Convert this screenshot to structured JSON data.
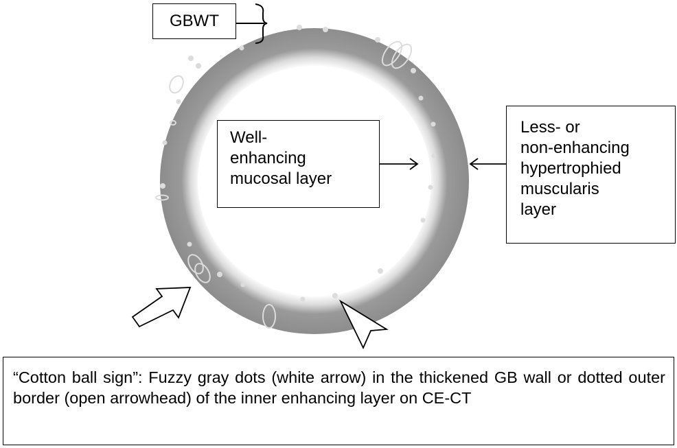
{
  "labels": {
    "gbwt": "GBWT",
    "mucosal": [
      "Well-",
      "enhancing",
      "mucosal layer"
    ],
    "muscularis": [
      "Less- or",
      "non-enhancing",
      "hypertrophied",
      "muscularis",
      "layer"
    ],
    "caption": "“Cotton ball sign”: Fuzzy gray dots (white arrow) in the thickened GB wall or dotted outer border (open arrowhead) of the inner enhancing layer on CE-CT"
  },
  "colors": {
    "wall_gray": "#8c8c8c",
    "lumen_white": "#ffffff",
    "dot_color": "#dcdcdc",
    "stroke": "#000000"
  }
}
